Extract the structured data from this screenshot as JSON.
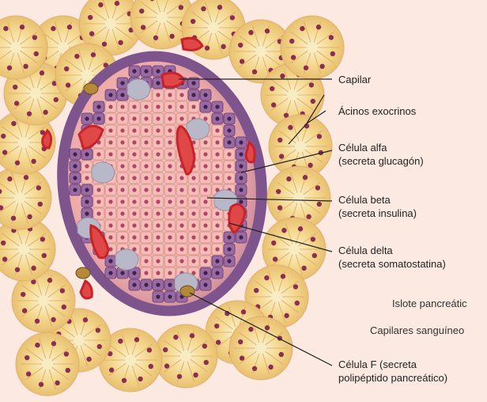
{
  "labels": {
    "capillary": "Capilar",
    "acini": "Ácinos exocrinos",
    "alpha_title": "Célula alfa",
    "alpha_sub": "(secreta glucagón)",
    "beta_title": "Célula beta",
    "beta_sub": "(secreta insulina)",
    "delta_title": "Célula delta",
    "delta_sub": "(secreta somatostatina)",
    "islet_cut": "Islote pancreátic",
    "capillaries_cut": "Capilares sanguíneo",
    "f_title": "Célula F (secreta",
    "f_sub": "polipéptido pancreático)"
  },
  "colors": {
    "background": "#fbe9e2",
    "acinus_fill": "#f3d78f",
    "acinus_center": "#f7ecc2",
    "islet_fill": "#f2b6b1",
    "islet_rim": "#7a4e86",
    "capillary": "#c8232a",
    "nucleus": "#8c2e52"
  }
}
